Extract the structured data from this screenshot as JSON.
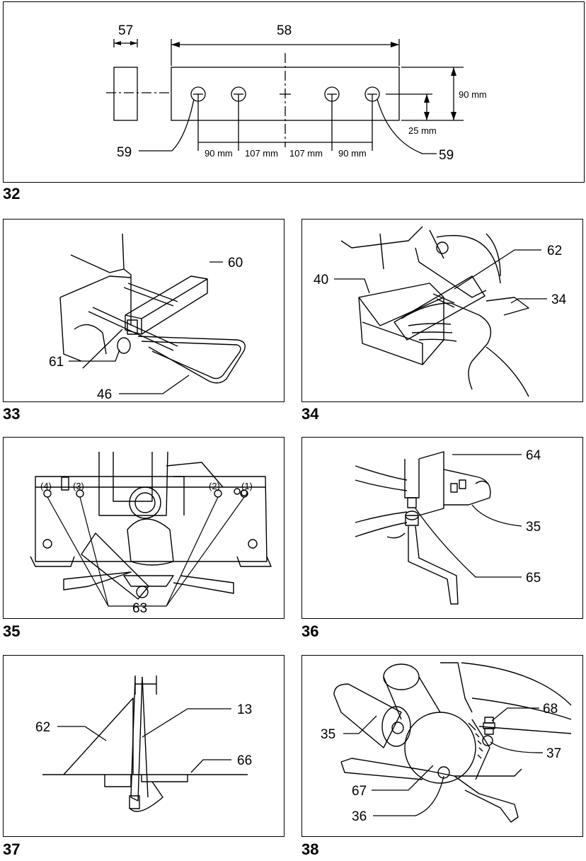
{
  "figures": [
    {
      "number": "32",
      "labels": {
        "l57": "57",
        "l58": "58",
        "l59a": "59",
        "l59b": "59"
      },
      "dims": {
        "d1": "90 mm",
        "d2": "107 mm",
        "d3": "107 mm",
        "d4": "90 mm",
        "height": "90 mm",
        "offset": "25 mm"
      }
    },
    {
      "number": "33",
      "labels": {
        "l60": "60",
        "l61": "61",
        "l46": "46"
      }
    },
    {
      "number": "34",
      "labels": {
        "l62": "62",
        "l40": "40",
        "l34": "34"
      }
    },
    {
      "number": "35",
      "labels": {
        "p4": "(4)",
        "p3": "(3)",
        "p2": "(2)",
        "p1": "(1)",
        "l63": "63"
      }
    },
    {
      "number": "36",
      "labels": {
        "l64": "64",
        "l35": "35",
        "l65": "65"
      }
    },
    {
      "number": "37",
      "labels": {
        "l13": "13",
        "l62": "62",
        "l66": "66"
      }
    },
    {
      "number": "38",
      "labels": {
        "l68": "68",
        "l35": "35",
        "l37": "37",
        "l67": "67",
        "l36": "36"
      }
    }
  ]
}
